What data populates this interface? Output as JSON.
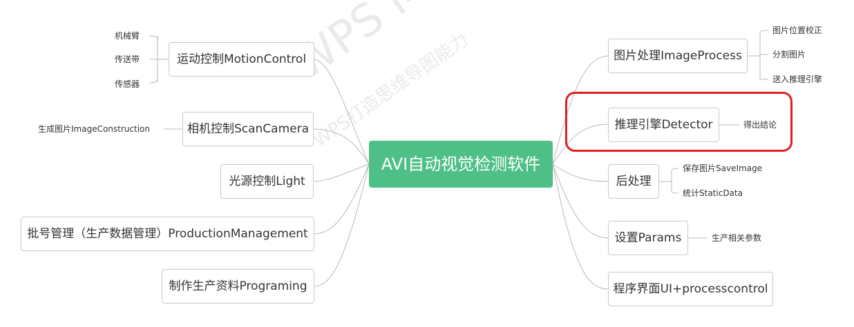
{
  "watermark": {
    "main": "WPS Mind",
    "sub": "WPS打造思维导图能力"
  },
  "center": {
    "title": "AVI自动视觉检测软件",
    "color": "#4ebf86"
  },
  "left_nodes": [
    {
      "label": "运动控制MotionControl",
      "leaves": [
        "机械臂",
        "传送带",
        "传感器"
      ]
    },
    {
      "label": "相机控制ScanCamera",
      "leaves": [
        "生成图片ImageConstruction"
      ]
    },
    {
      "label": "光源控制Light",
      "leaves": []
    },
    {
      "label": "批号管理（生产数据管理）ProductionManagement",
      "leaves": []
    },
    {
      "label": "制作生产资料Programing",
      "leaves": []
    }
  ],
  "right_nodes": [
    {
      "label": "图片处理ImageProcess",
      "leaves": [
        "图片位置校正",
        "分割图片",
        "送入推理引擎"
      ]
    },
    {
      "label": "推理引擎Detector",
      "leaves": [
        "得出结论"
      ],
      "highlighted": true
    },
    {
      "label": "后处理",
      "leaves": [
        "保存图片SaveImage",
        "统计StaticData"
      ]
    },
    {
      "label": "设置Params",
      "leaves": [
        "生产相关参数"
      ]
    },
    {
      "label": "程序界面UI+processcontrol",
      "leaves": []
    }
  ],
  "colors": {
    "connector": "#b8b8b8",
    "node_border": "#c9c9c9",
    "highlight": "#e02020"
  }
}
